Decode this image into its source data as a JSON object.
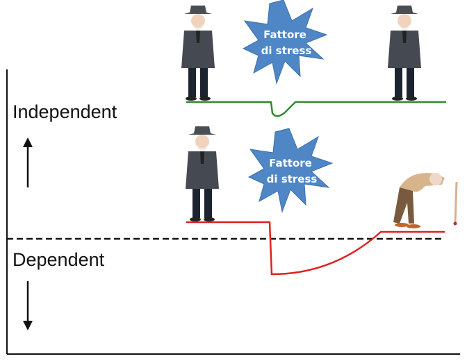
{
  "labels": {
    "independent": "Independent",
    "dependent": "Dependent"
  },
  "stressor": {
    "line1": "Fattore",
    "line2": "di stress"
  },
  "colors": {
    "resilient_line": "#2e8b2e",
    "frail_line": "#e02020",
    "burst": "#4f86c6",
    "threshold": "#111111"
  }
}
